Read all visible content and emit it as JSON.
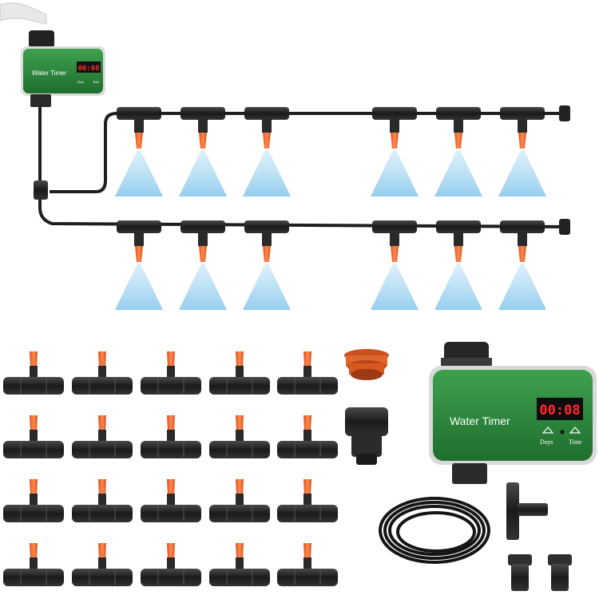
{
  "product": {
    "small_timer": {
      "brand_label": "Water Timer",
      "display": "00:08",
      "button_left": "Days",
      "button_right": "Time"
    },
    "large_timer": {
      "brand_label": "Water Timer",
      "display": "00:08",
      "button_left": "Days",
      "button_right": "Time"
    }
  },
  "colors": {
    "timer_green": "#2e8b3e",
    "nozzle_orange": "#f06a2c",
    "mist_blue": "#a8d8f0",
    "tube_black": "#1e1e1e",
    "lcd_red": "#ff2a2a"
  }
}
